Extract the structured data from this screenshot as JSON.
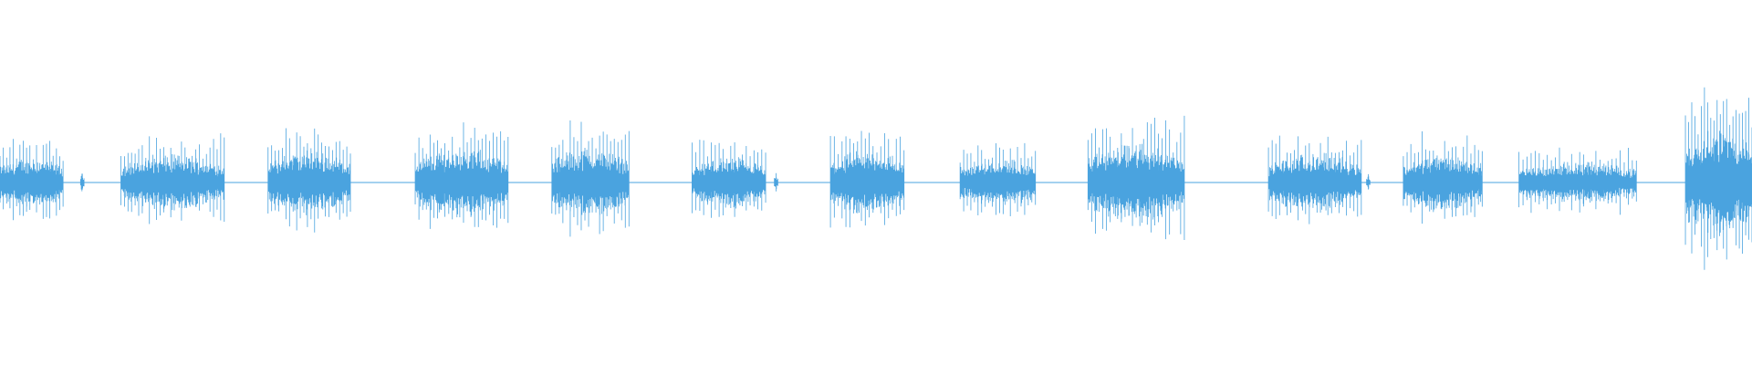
{
  "waveform": {
    "color": "#4aa3df",
    "amplitude_max": 1.0,
    "bursts": [
      {
        "start": 0.0,
        "end": 0.036,
        "peak": 0.22,
        "pulses": 20
      },
      {
        "start": 0.046,
        "end": 0.048,
        "peak": 0.08,
        "pulses": 1
      },
      {
        "start": 0.069,
        "end": 0.128,
        "peak": 0.24,
        "pulses": 30
      },
      {
        "start": 0.153,
        "end": 0.2,
        "peak": 0.28,
        "pulses": 24
      },
      {
        "start": 0.237,
        "end": 0.29,
        "peak": 0.3,
        "pulses": 26
      },
      {
        "start": 0.315,
        "end": 0.359,
        "peak": 0.31,
        "pulses": 22
      },
      {
        "start": 0.395,
        "end": 0.437,
        "peak": 0.22,
        "pulses": 20
      },
      {
        "start": 0.442,
        "end": 0.444,
        "peak": 0.06,
        "pulses": 1
      },
      {
        "start": 0.474,
        "end": 0.516,
        "peak": 0.28,
        "pulses": 20
      },
      {
        "start": 0.548,
        "end": 0.591,
        "peak": 0.21,
        "pulses": 22
      },
      {
        "start": 0.621,
        "end": 0.676,
        "peak": 0.34,
        "pulses": 27
      },
      {
        "start": 0.724,
        "end": 0.777,
        "peak": 0.25,
        "pulses": 26
      },
      {
        "start": 0.78,
        "end": 0.782,
        "peak": 0.06,
        "pulses": 1
      },
      {
        "start": 0.801,
        "end": 0.846,
        "peak": 0.25,
        "pulses": 22
      },
      {
        "start": 0.867,
        "end": 0.934,
        "peak": 0.18,
        "pulses": 30
      },
      {
        "start": 0.962,
        "end": 1.0,
        "peak": 0.49,
        "pulses": 22
      }
    ]
  }
}
